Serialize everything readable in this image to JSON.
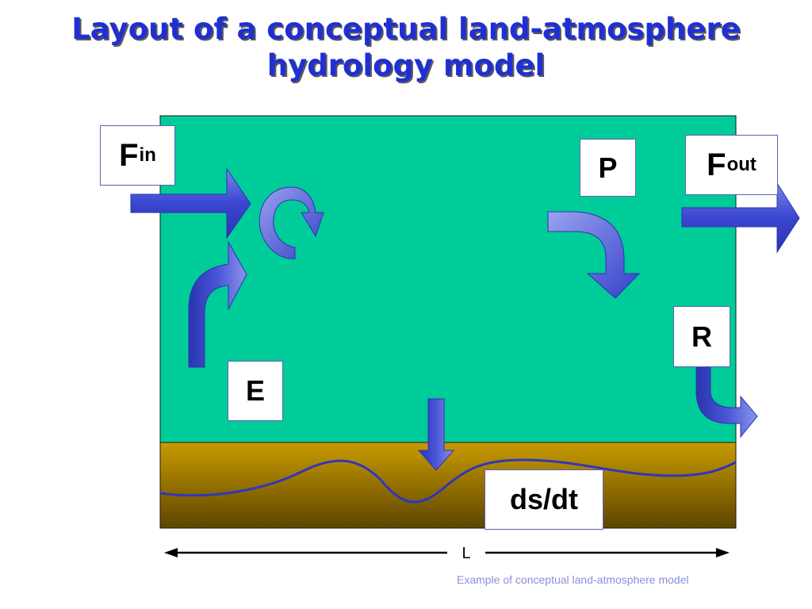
{
  "title": {
    "line1": "Layout of a conceptual land-atmosphere",
    "line2": "hydrology model"
  },
  "labels": {
    "f_in_main": "F",
    "f_in_sub": "in",
    "p": "P",
    "f_out_main": "F",
    "f_out_sub": "out",
    "r": "R",
    "e": "E",
    "ds_dt": "ds/dt"
  },
  "scale": {
    "letter": "L"
  },
  "caption": "Example of conceptual land-atmosphere model",
  "colors": {
    "atmosphere": "#00cc99",
    "soil_top": "#c99b00",
    "soil_bottom": "#5c4500",
    "arrow": "#4a55d6",
    "title": "#1f2fd4",
    "moisture_line": "#3236b8",
    "caption": "#8b8fe0"
  }
}
